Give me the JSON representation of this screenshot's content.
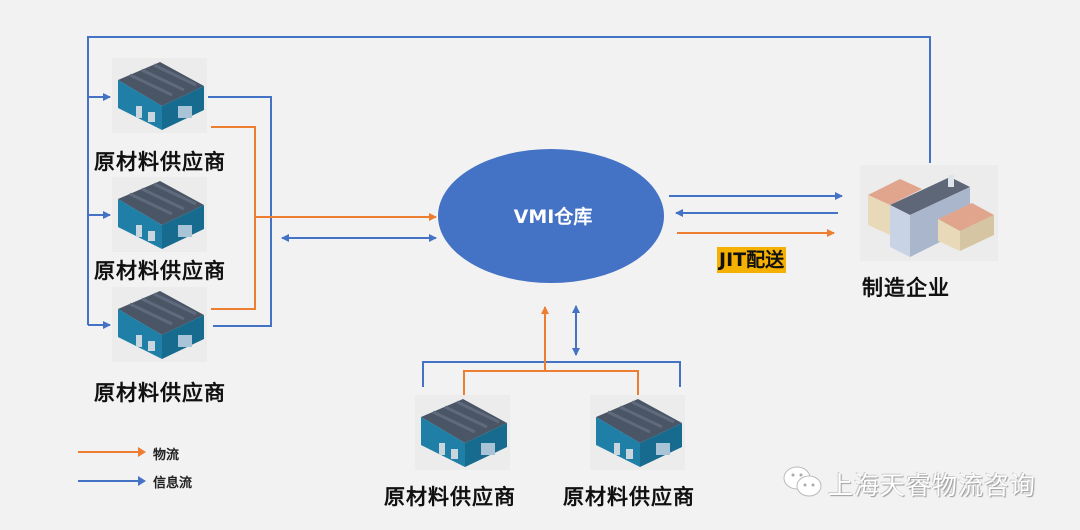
{
  "title": "VMI仓库供应链示意图",
  "colors": {
    "background": "#f2f2f2",
    "info_flow": "#4472c4",
    "material_flow": "#ed7d31",
    "vmi_fill": "#4472c4",
    "jit_highlight": "#f5b000"
  },
  "center": {
    "label": "VMI仓库"
  },
  "manufacturer": {
    "label": "制造企业",
    "icon": "factory-icon"
  },
  "suppliers": [
    {
      "label": "原材料供应商",
      "icon": "warehouse-icon"
    },
    {
      "label": "原材料供应商",
      "icon": "warehouse-icon"
    },
    {
      "label": "原材料供应商",
      "icon": "warehouse-icon"
    },
    {
      "label": "原材料供应商",
      "icon": "warehouse-icon"
    },
    {
      "label": "原材料供应商",
      "icon": "warehouse-icon"
    }
  ],
  "jit_label": "JIT配送",
  "legend": [
    {
      "label": "物流",
      "type": "material_flow"
    },
    {
      "label": "信息流",
      "type": "info_flow"
    }
  ],
  "watermark": {
    "icon": "wechat-icon",
    "text": "上海天睿物流咨询"
  }
}
